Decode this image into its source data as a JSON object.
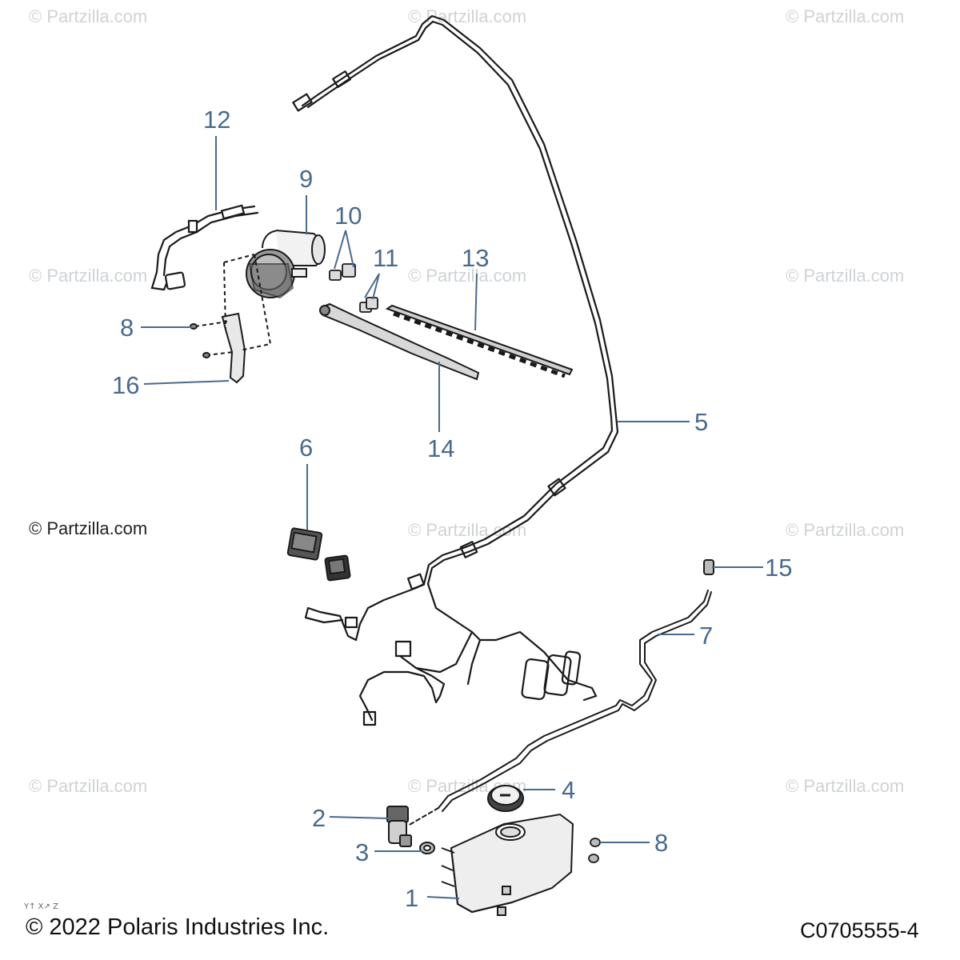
{
  "callouts": {
    "c1": "1",
    "c2": "2",
    "c3": "3",
    "c4": "4",
    "c5": "5",
    "c6": "6",
    "c7": "7",
    "c8a": "8",
    "c8b": "8",
    "c9": "9",
    "c10": "10",
    "c11": "11",
    "c12": "12",
    "c13": "13",
    "c14": "14",
    "c15": "15",
    "c16": "16"
  },
  "watermark": "© Partzilla.com",
  "site_mark": "© Partzilla.com",
  "copyright": "© 2022 Polaris Industries Inc.",
  "drawing_code": "C0705555-4",
  "axis_glyph": "Y↑ X↗ Z",
  "colors": {
    "callout": "#4a6a8c",
    "line": "#1a1a1a",
    "watermark": "#cfd3d6"
  }
}
